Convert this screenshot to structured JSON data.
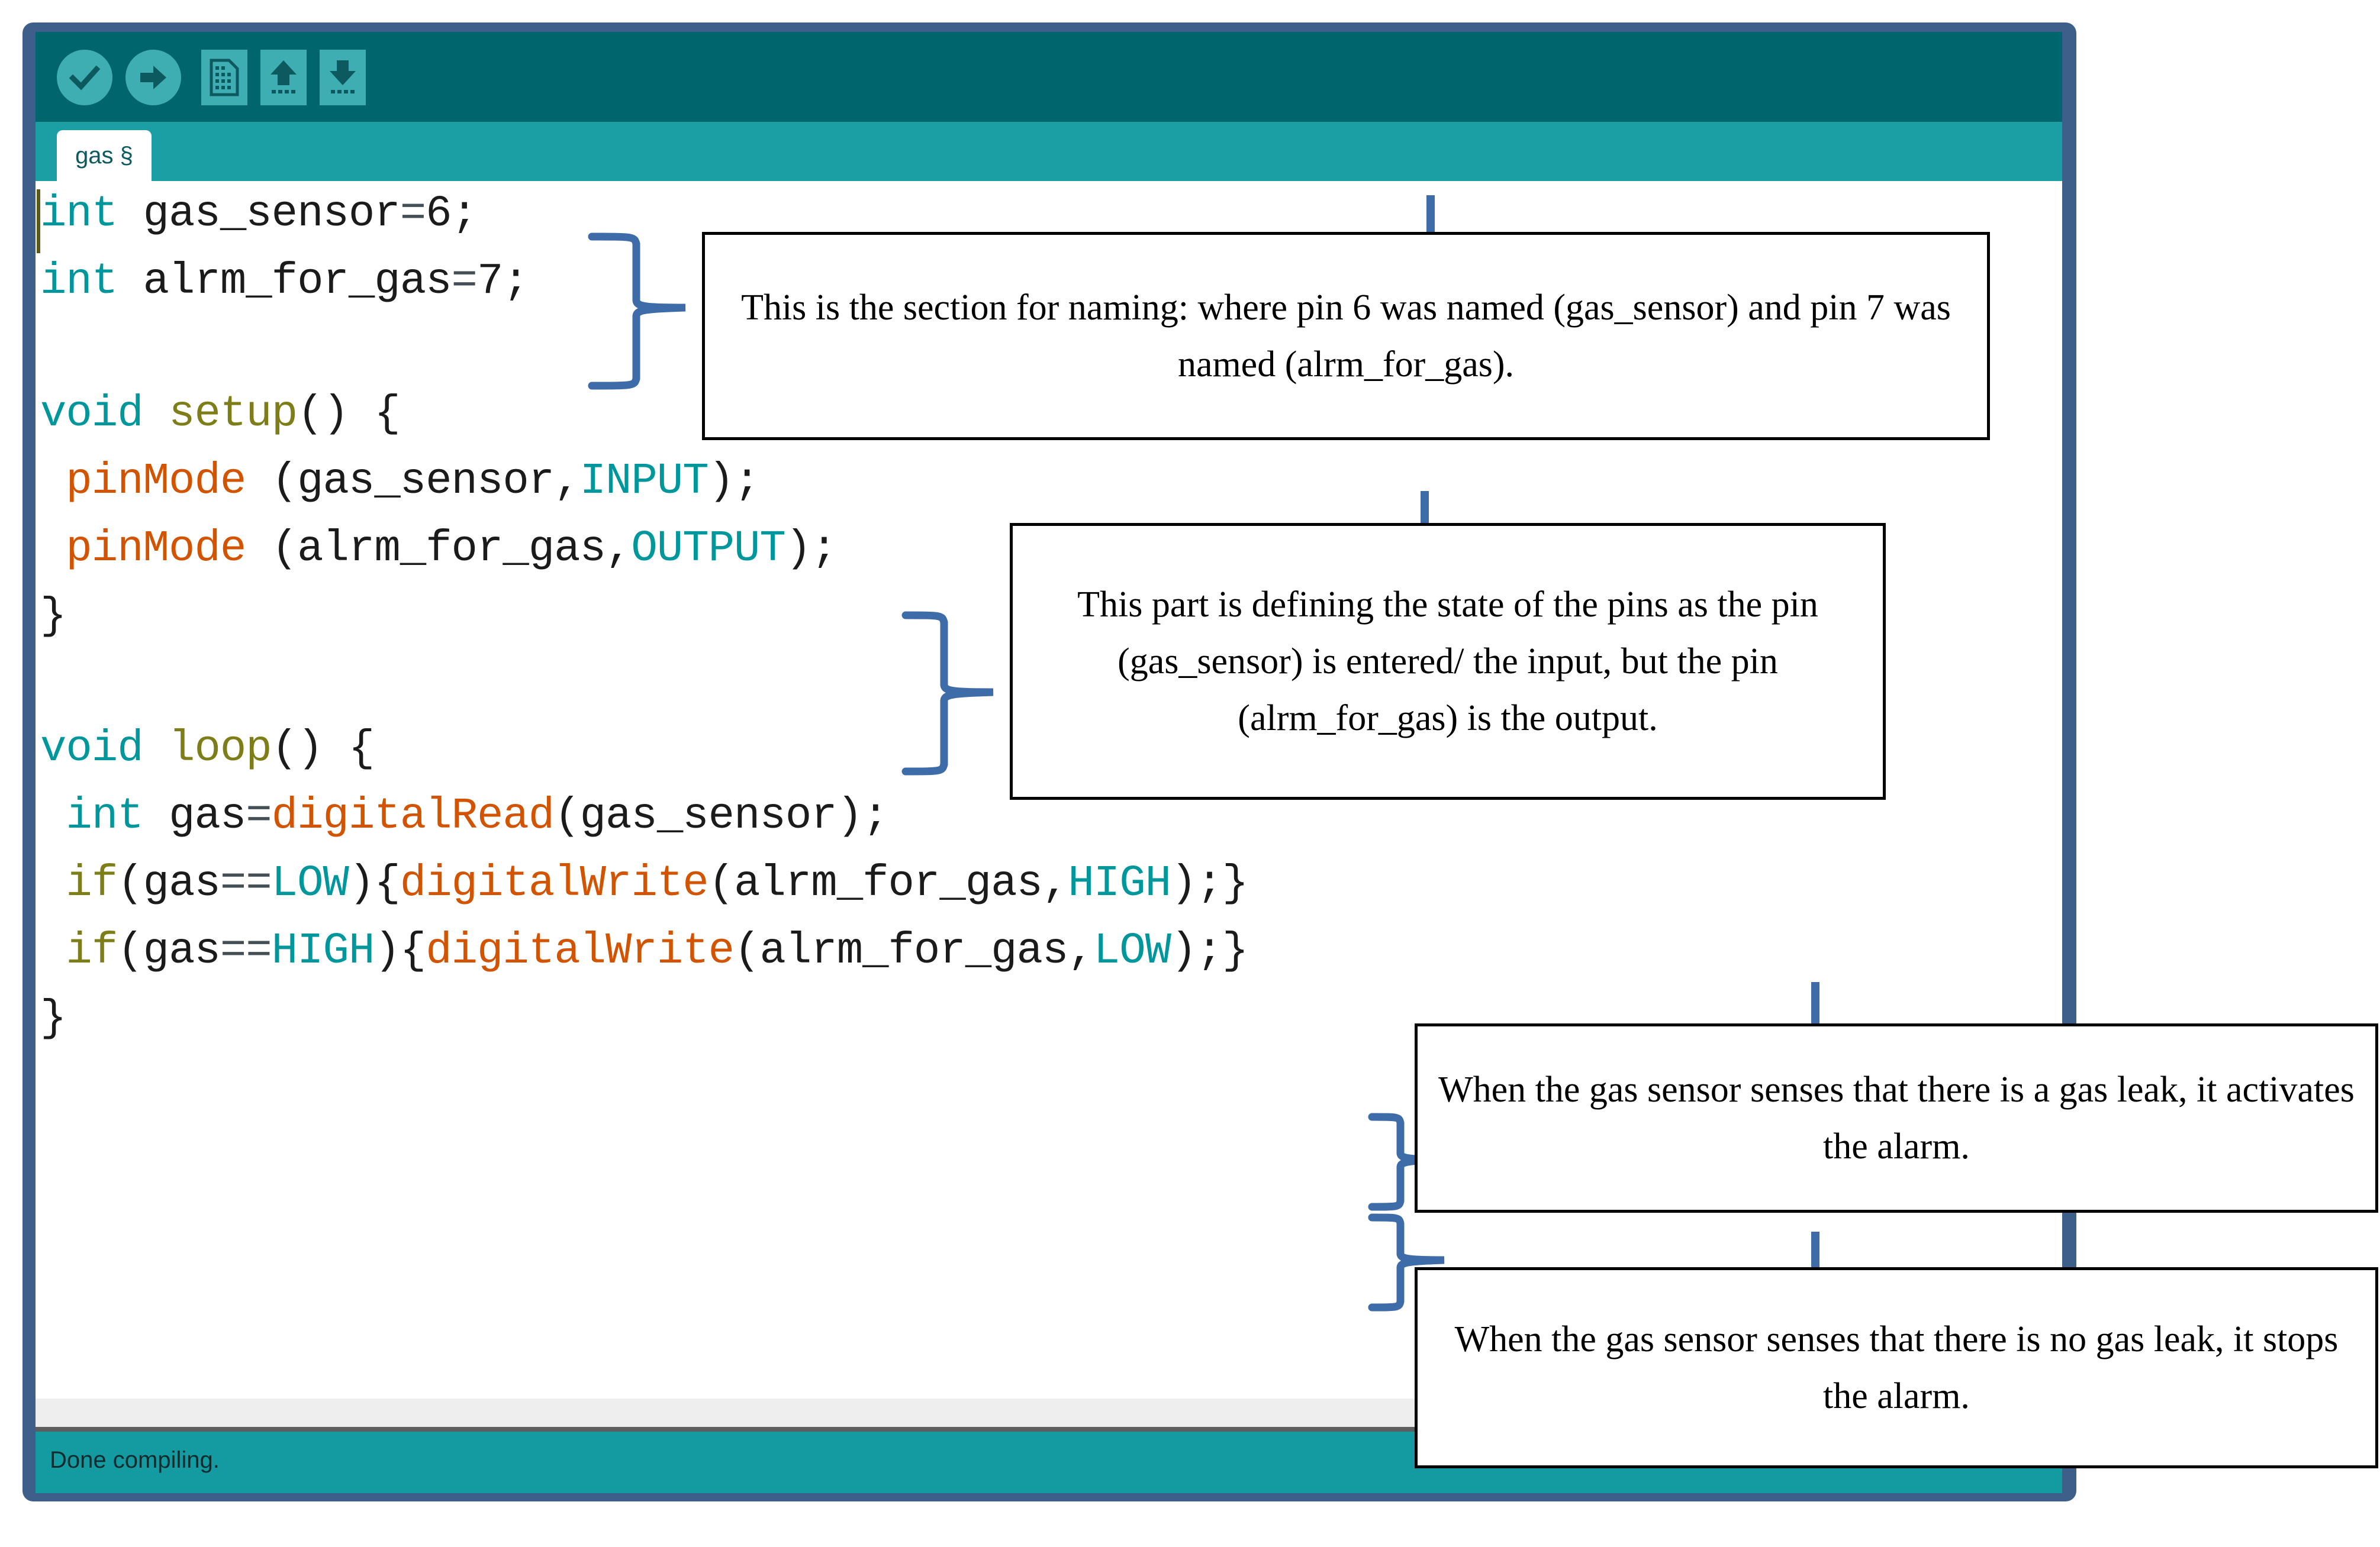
{
  "window": {
    "frame_color": "#3d5f8a",
    "toolbar_color": "#00656d",
    "tabbar_color": "#1b9ea4",
    "status_color": "#149ba1"
  },
  "toolbar": {
    "buttons": [
      {
        "name": "verify-button",
        "icon": "checkmark-icon",
        "shape": "round"
      },
      {
        "name": "upload-button",
        "icon": "arrow-right-icon",
        "shape": "round"
      },
      {
        "name": "new-button",
        "icon": "new-file-icon",
        "shape": "square"
      },
      {
        "name": "open-button",
        "icon": "arrow-up-icon",
        "shape": "square"
      },
      {
        "name": "save-button",
        "icon": "arrow-down-icon",
        "shape": "square"
      }
    ]
  },
  "tabs": {
    "active_tab_label": "gas §"
  },
  "status": {
    "message": "Done compiling."
  },
  "editor": {
    "syntax_colors": {
      "keyword": "#00979c",
      "function": "#d35400",
      "identifier": "#7e7e18",
      "operator": "#434f54",
      "plain": "#1b1b1b"
    },
    "lines": [
      "int gas_sensor=6;",
      "int alrm_for_gas=7;",
      "",
      "void setup() {",
      " pinMode (gas_sensor,INPUT);",
      " pinMode (alrm_for_gas,OUTPUT);",
      "}",
      "",
      "void loop() {",
      " int gas=digitalRead(gas_sensor);",
      " if(gas==LOW){digitalWrite(alrm_for_gas,HIGH);}",
      " if(gas==HIGH){digitalWrite(alrm_for_gas,LOW);}",
      "}"
    ]
  },
  "annotations": [
    {
      "id": "naming-section",
      "text": "This is the section for naming: where pin 6 was named (gas_sensor) and pin 7 was named (alrm_for_gas)."
    },
    {
      "id": "pin-state-section",
      "text": "This part is defining the state of the pins as the pin (gas_sensor) is entered/ the input, but the pin (alrm_for_gas) is the output."
    },
    {
      "id": "gas-leak-activates-alarm",
      "text": "When the gas sensor senses that there is a gas leak, it activates the alarm."
    },
    {
      "id": "no-gas-leak-stops-alarm",
      "text": "When the gas sensor senses that there is no gas leak, it stops the alarm."
    }
  ]
}
